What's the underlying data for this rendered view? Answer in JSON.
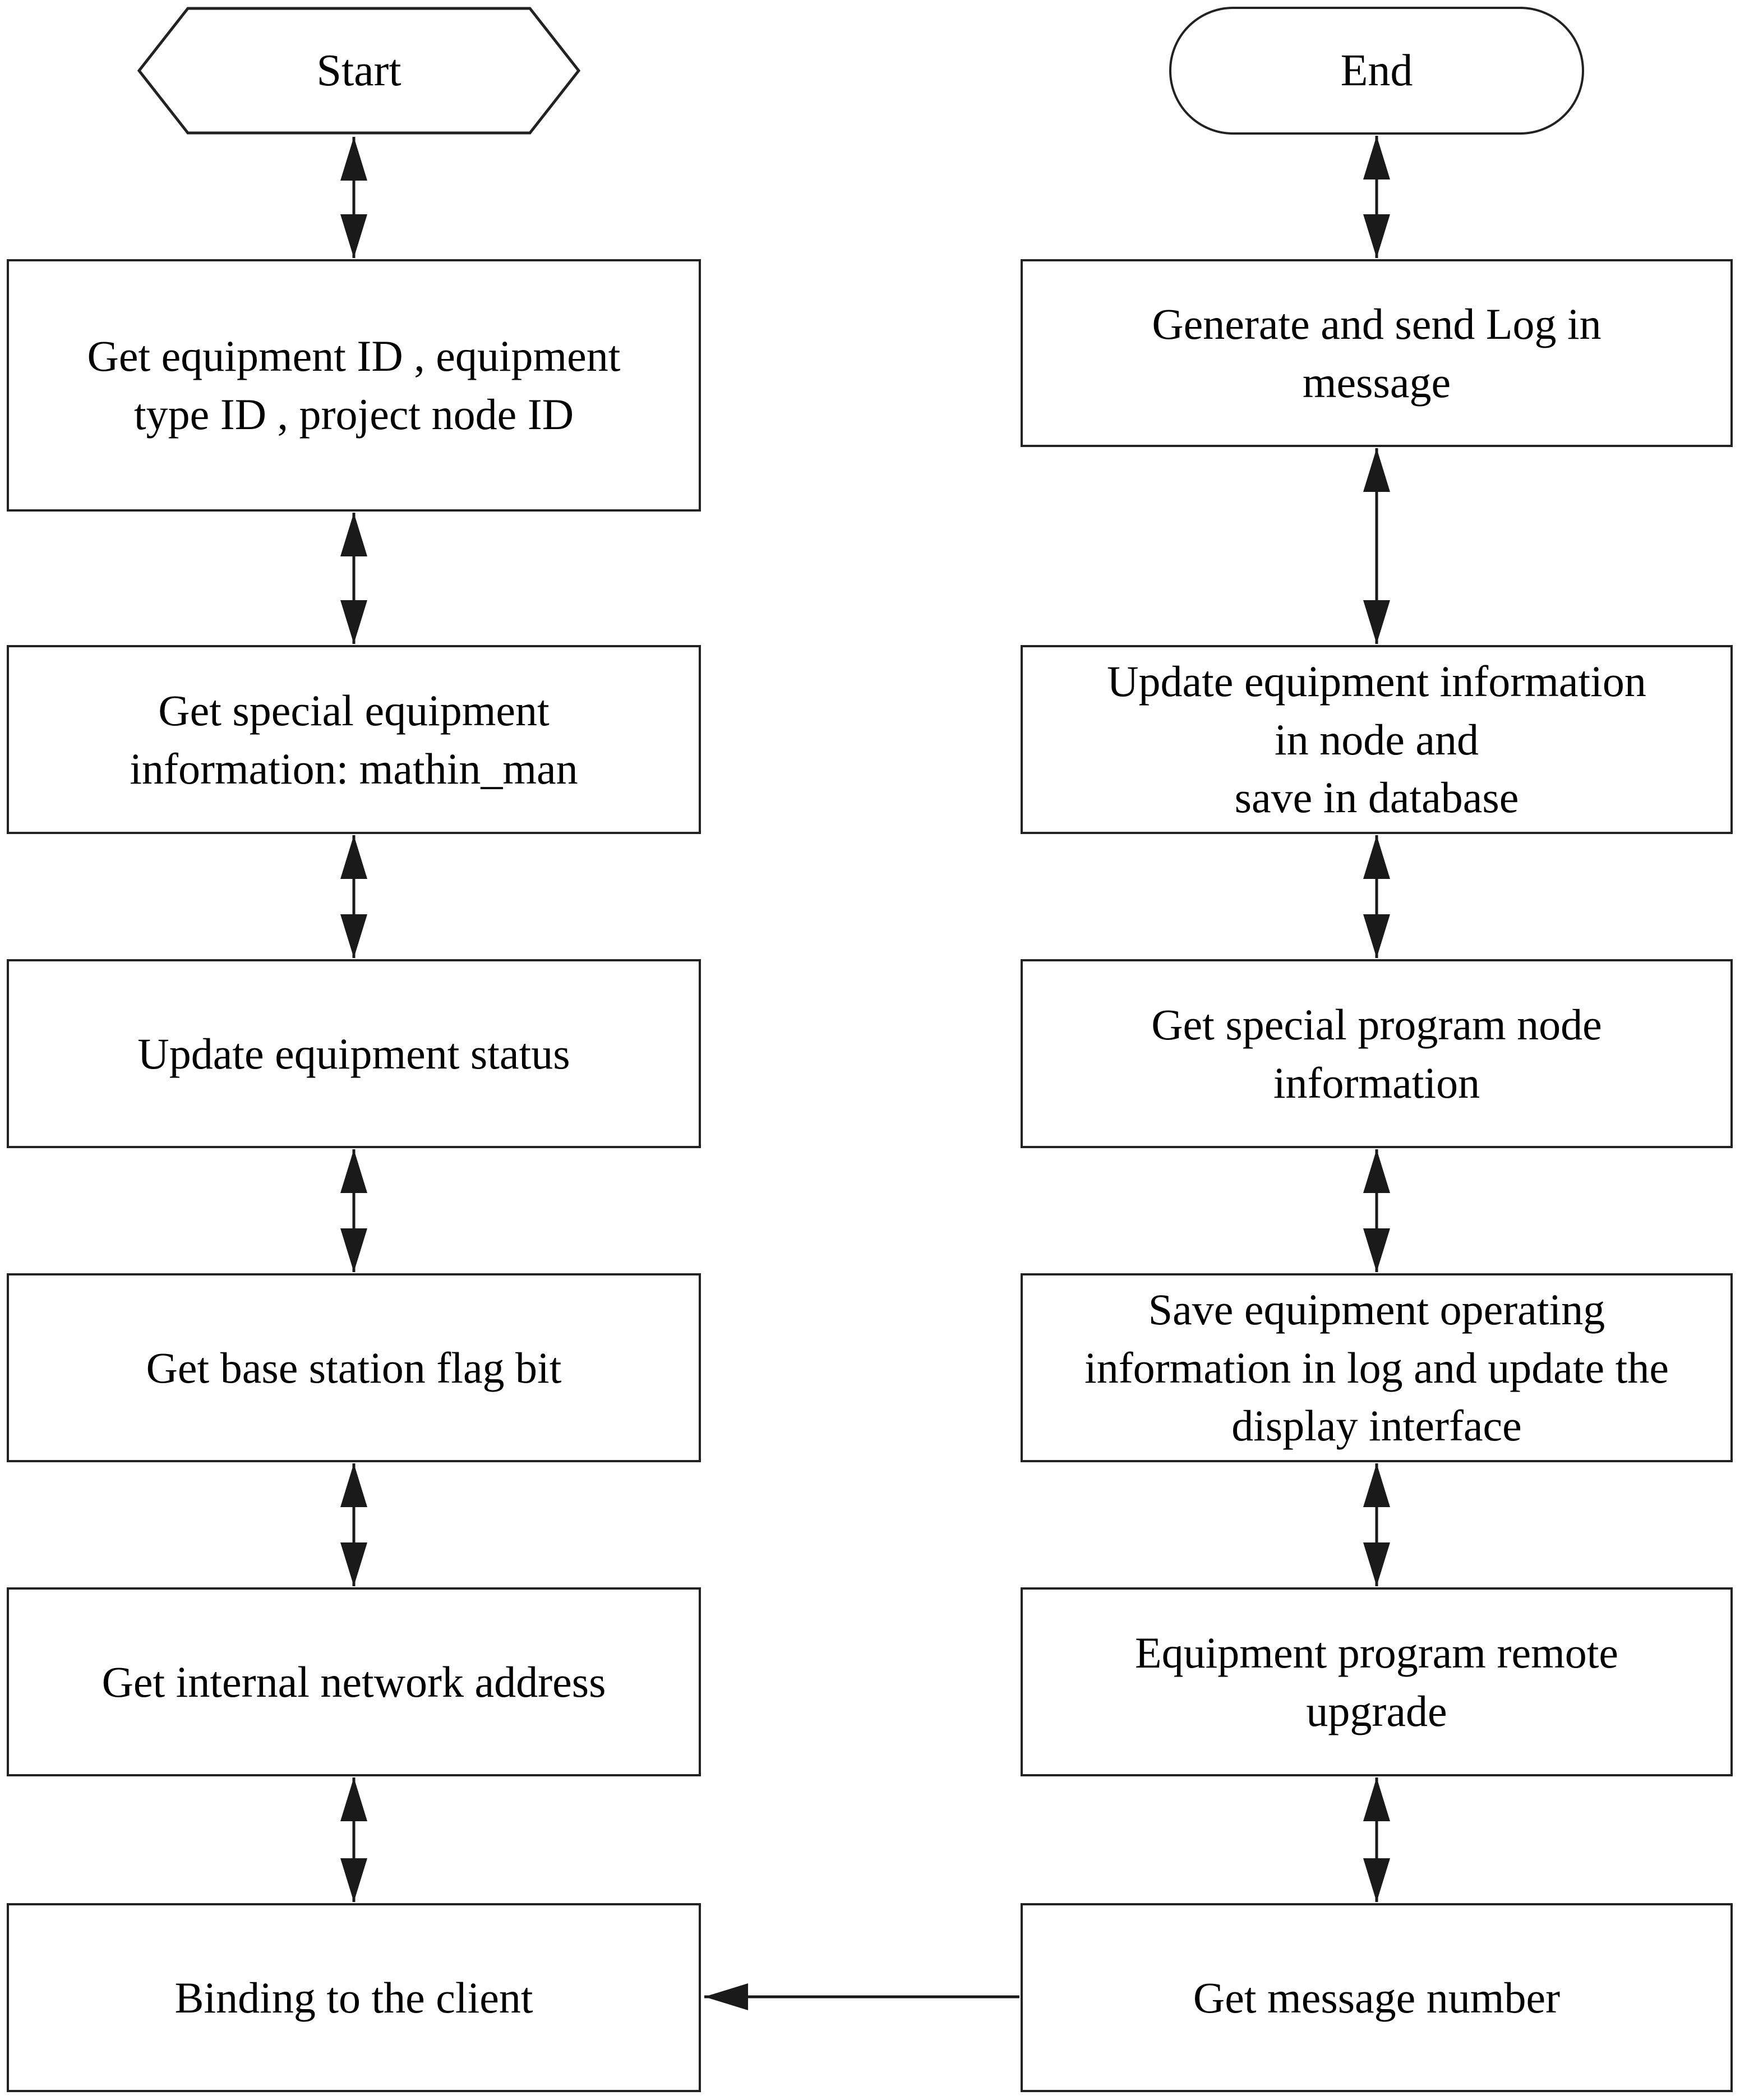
{
  "flowchart": {
    "start": {
      "label": "Start"
    },
    "end": {
      "label": "End"
    },
    "left_column": {
      "steps": [
        {
          "label": "Get equipment ID , equipment\ntype ID , project node ID"
        },
        {
          "label": "Get special equipment\ninformation: mathin_man"
        },
        {
          "label": "Update equipment status"
        },
        {
          "label": "Get base station flag bit"
        },
        {
          "label": "Get internal network address"
        },
        {
          "label": "Binding to the client"
        }
      ]
    },
    "right_column": {
      "steps": [
        {
          "label": "Generate and send Log in\nmessage"
        },
        {
          "label": "Update equipment information\nin node and\nsave in database"
        },
        {
          "label": "Get special program node\ninformation"
        },
        {
          "label": "Save equipment operating\ninformation in log and update the\ndisplay interface"
        },
        {
          "label": "Equipment program remote\nupgrade"
        },
        {
          "label": "Get message number"
        }
      ]
    },
    "colors": {
      "line": "#1a1a1a",
      "shape_fill": "#ffffff",
      "text": "#000000",
      "background": "#ffffff"
    }
  }
}
